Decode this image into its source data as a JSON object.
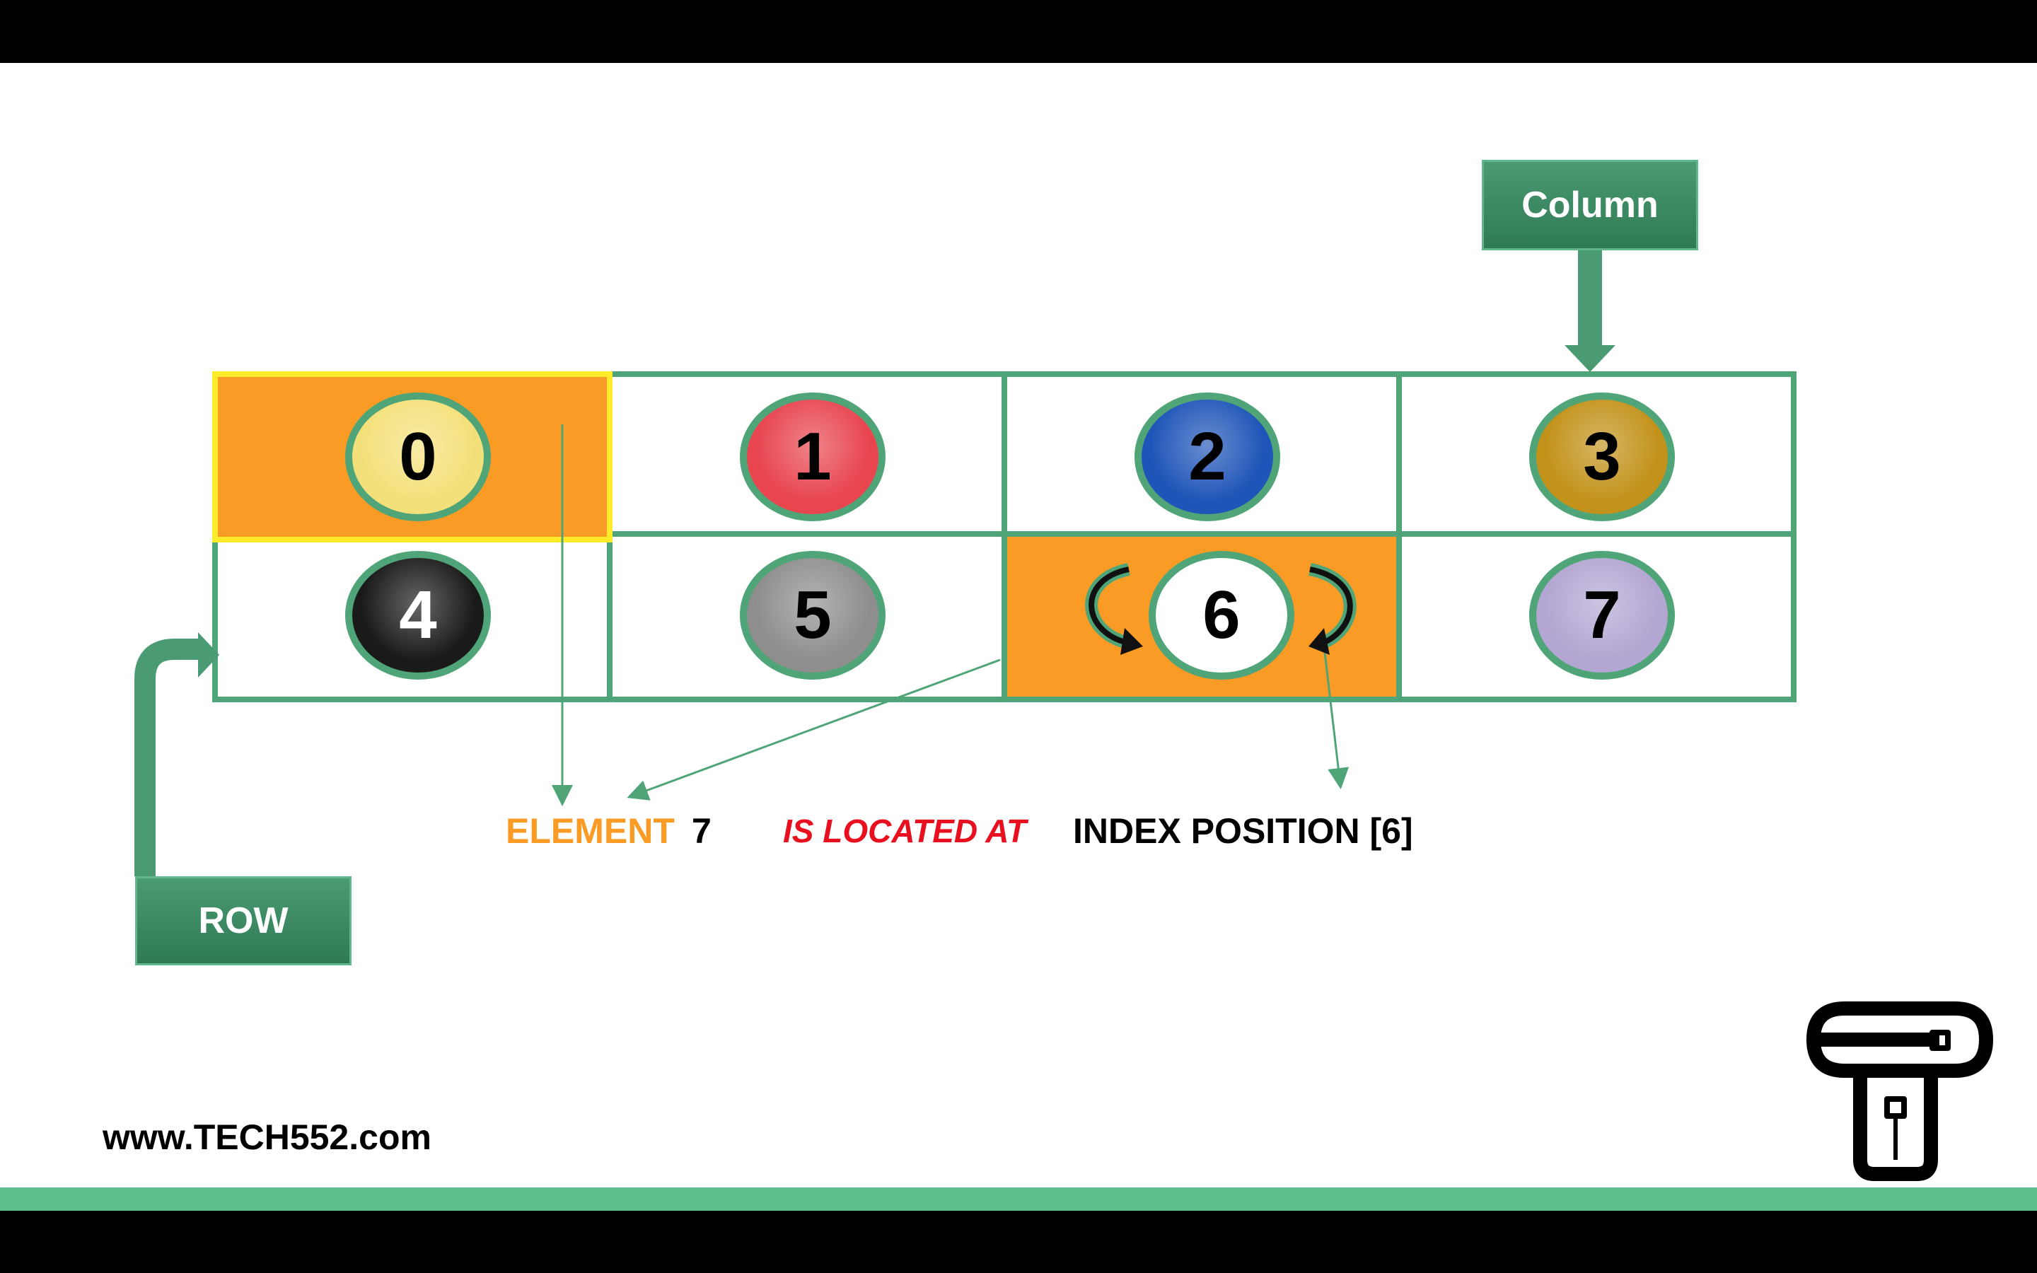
{
  "labels": {
    "column": "Column",
    "row": "ROW"
  },
  "cells": [
    {
      "index": "0",
      "ball_color": "#f4e07a",
      "text_color": "#000000",
      "highlight": true
    },
    {
      "index": "1",
      "ball_color": "#e8454f",
      "text_color": "#000000",
      "highlight": false
    },
    {
      "index": "2",
      "ball_color": "#1f55b8",
      "text_color": "#000000",
      "highlight": false
    },
    {
      "index": "3",
      "ball_color": "#c2921a",
      "text_color": "#000000",
      "highlight": false
    },
    {
      "index": "4",
      "ball_color": "#1a1a1a",
      "text_color": "#ffffff",
      "highlight": false
    },
    {
      "index": "5",
      "ball_color": "#8e8e8e",
      "text_color": "#000000",
      "highlight": false
    },
    {
      "index": "6",
      "ball_color": "#ffffff",
      "text_color": "#000000",
      "highlight": true
    },
    {
      "index": "7",
      "ball_color": "#b3a6d2",
      "text_color": "#000000",
      "highlight": false
    }
  ],
  "caption": {
    "element_word": "ELEMENT",
    "element_value": "7",
    "located": "IS LOCATED AT",
    "index_text": "INDEX POSITION [6]"
  },
  "footer": {
    "url": "www.TECH552.com"
  },
  "colors": {
    "accent_green": "#4fa578",
    "highlight_orange": "#f99b25",
    "highlight_border": "#ffeb2a",
    "located_red": "#e8101e",
    "caption_orange": "#f99b25"
  }
}
